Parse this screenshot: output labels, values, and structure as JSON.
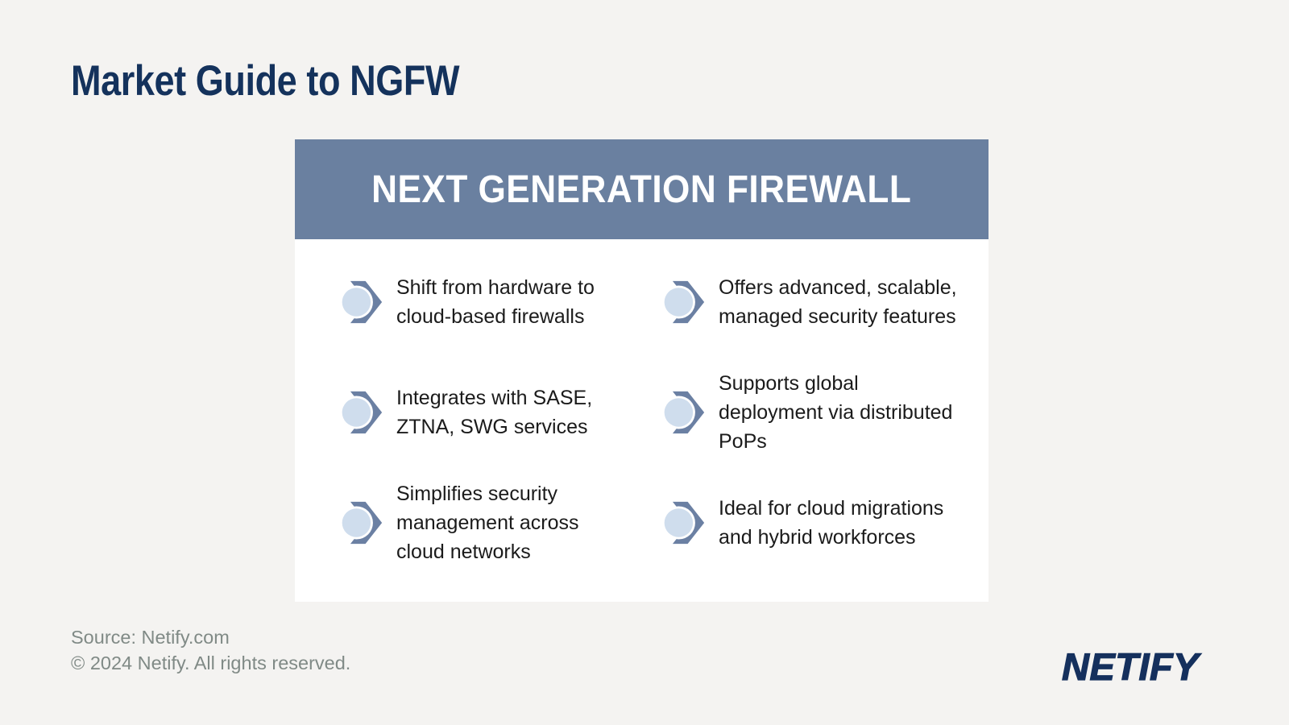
{
  "page": {
    "title": "Market Guide to NGFW",
    "background_color": "#f4f3f1",
    "title_color": "#14325c"
  },
  "card": {
    "header": {
      "label": "NEXT GENERATION FIREWALL",
      "background_color": "#6a80a0",
      "text_color": "#ffffff"
    },
    "bullet_icon": {
      "name": "chevron-circle-icon",
      "chevron_color": "#6b80a3",
      "circle_color": "#cfdded",
      "ring_color": "#ffffff"
    },
    "columns": [
      {
        "items": [
          {
            "text": "Shift from hardware to cloud-based firewalls"
          },
          {
            "text": "Integrates with SASE, ZTNA, SWG services"
          },
          {
            "text": "Simplifies security management across cloud networks"
          }
        ]
      },
      {
        "items": [
          {
            "text": "Offers advanced, scalable, managed security features"
          },
          {
            "text": "Supports global deployment via distributed PoPs"
          },
          {
            "text": "Ideal for cloud migrations and hybrid workforces"
          }
        ]
      }
    ]
  },
  "footer": {
    "source_line": "Source: Netify.com",
    "copyright_line": "© 2024 Netify. All rights reserved.",
    "text_color": "#808a86"
  },
  "brand": {
    "logo_text": "NETIFY",
    "logo_color": "#15305d"
  }
}
